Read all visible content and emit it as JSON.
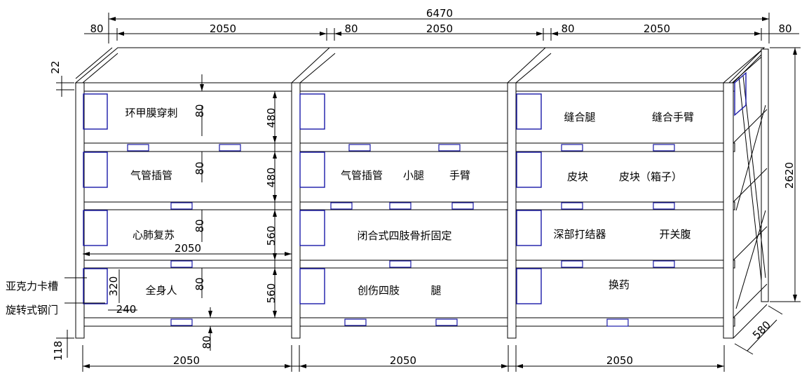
{
  "dimensions": {
    "total_width": "6470",
    "side_gap": "80",
    "bay_width": "2050",
    "top_thickness": "22",
    "total_height": "2620",
    "shelf_480": "480",
    "shelf_560": "560",
    "label_gap": "80",
    "depth": "580",
    "bottom_clearance": "118",
    "card_slot_h": "320",
    "card_slot_w": "240"
  },
  "side_labels": {
    "acrylic_slot": "亚克力卡槽",
    "rotating_door": "旋转式钢门"
  },
  "bay1": {
    "row1": "环甲膜穿刺",
    "row2": "气管插管",
    "row3": "心肺复苏",
    "row4": "全身人"
  },
  "bay2": {
    "row2_a": "气管插管",
    "row2_b": "小腿",
    "row2_c": "手臂",
    "row3": "闭合式四肢骨折固定",
    "row4_a": "创伤四肢",
    "row4_b": "腿"
  },
  "bay3": {
    "row1_a": "缝合腿",
    "row1_b": "缝合手臂",
    "row2_a": "皮块",
    "row2_b": "皮块（箱子）",
    "row3_a": "深部打结器",
    "row3_b": "开关腹",
    "row4": "换药"
  }
}
